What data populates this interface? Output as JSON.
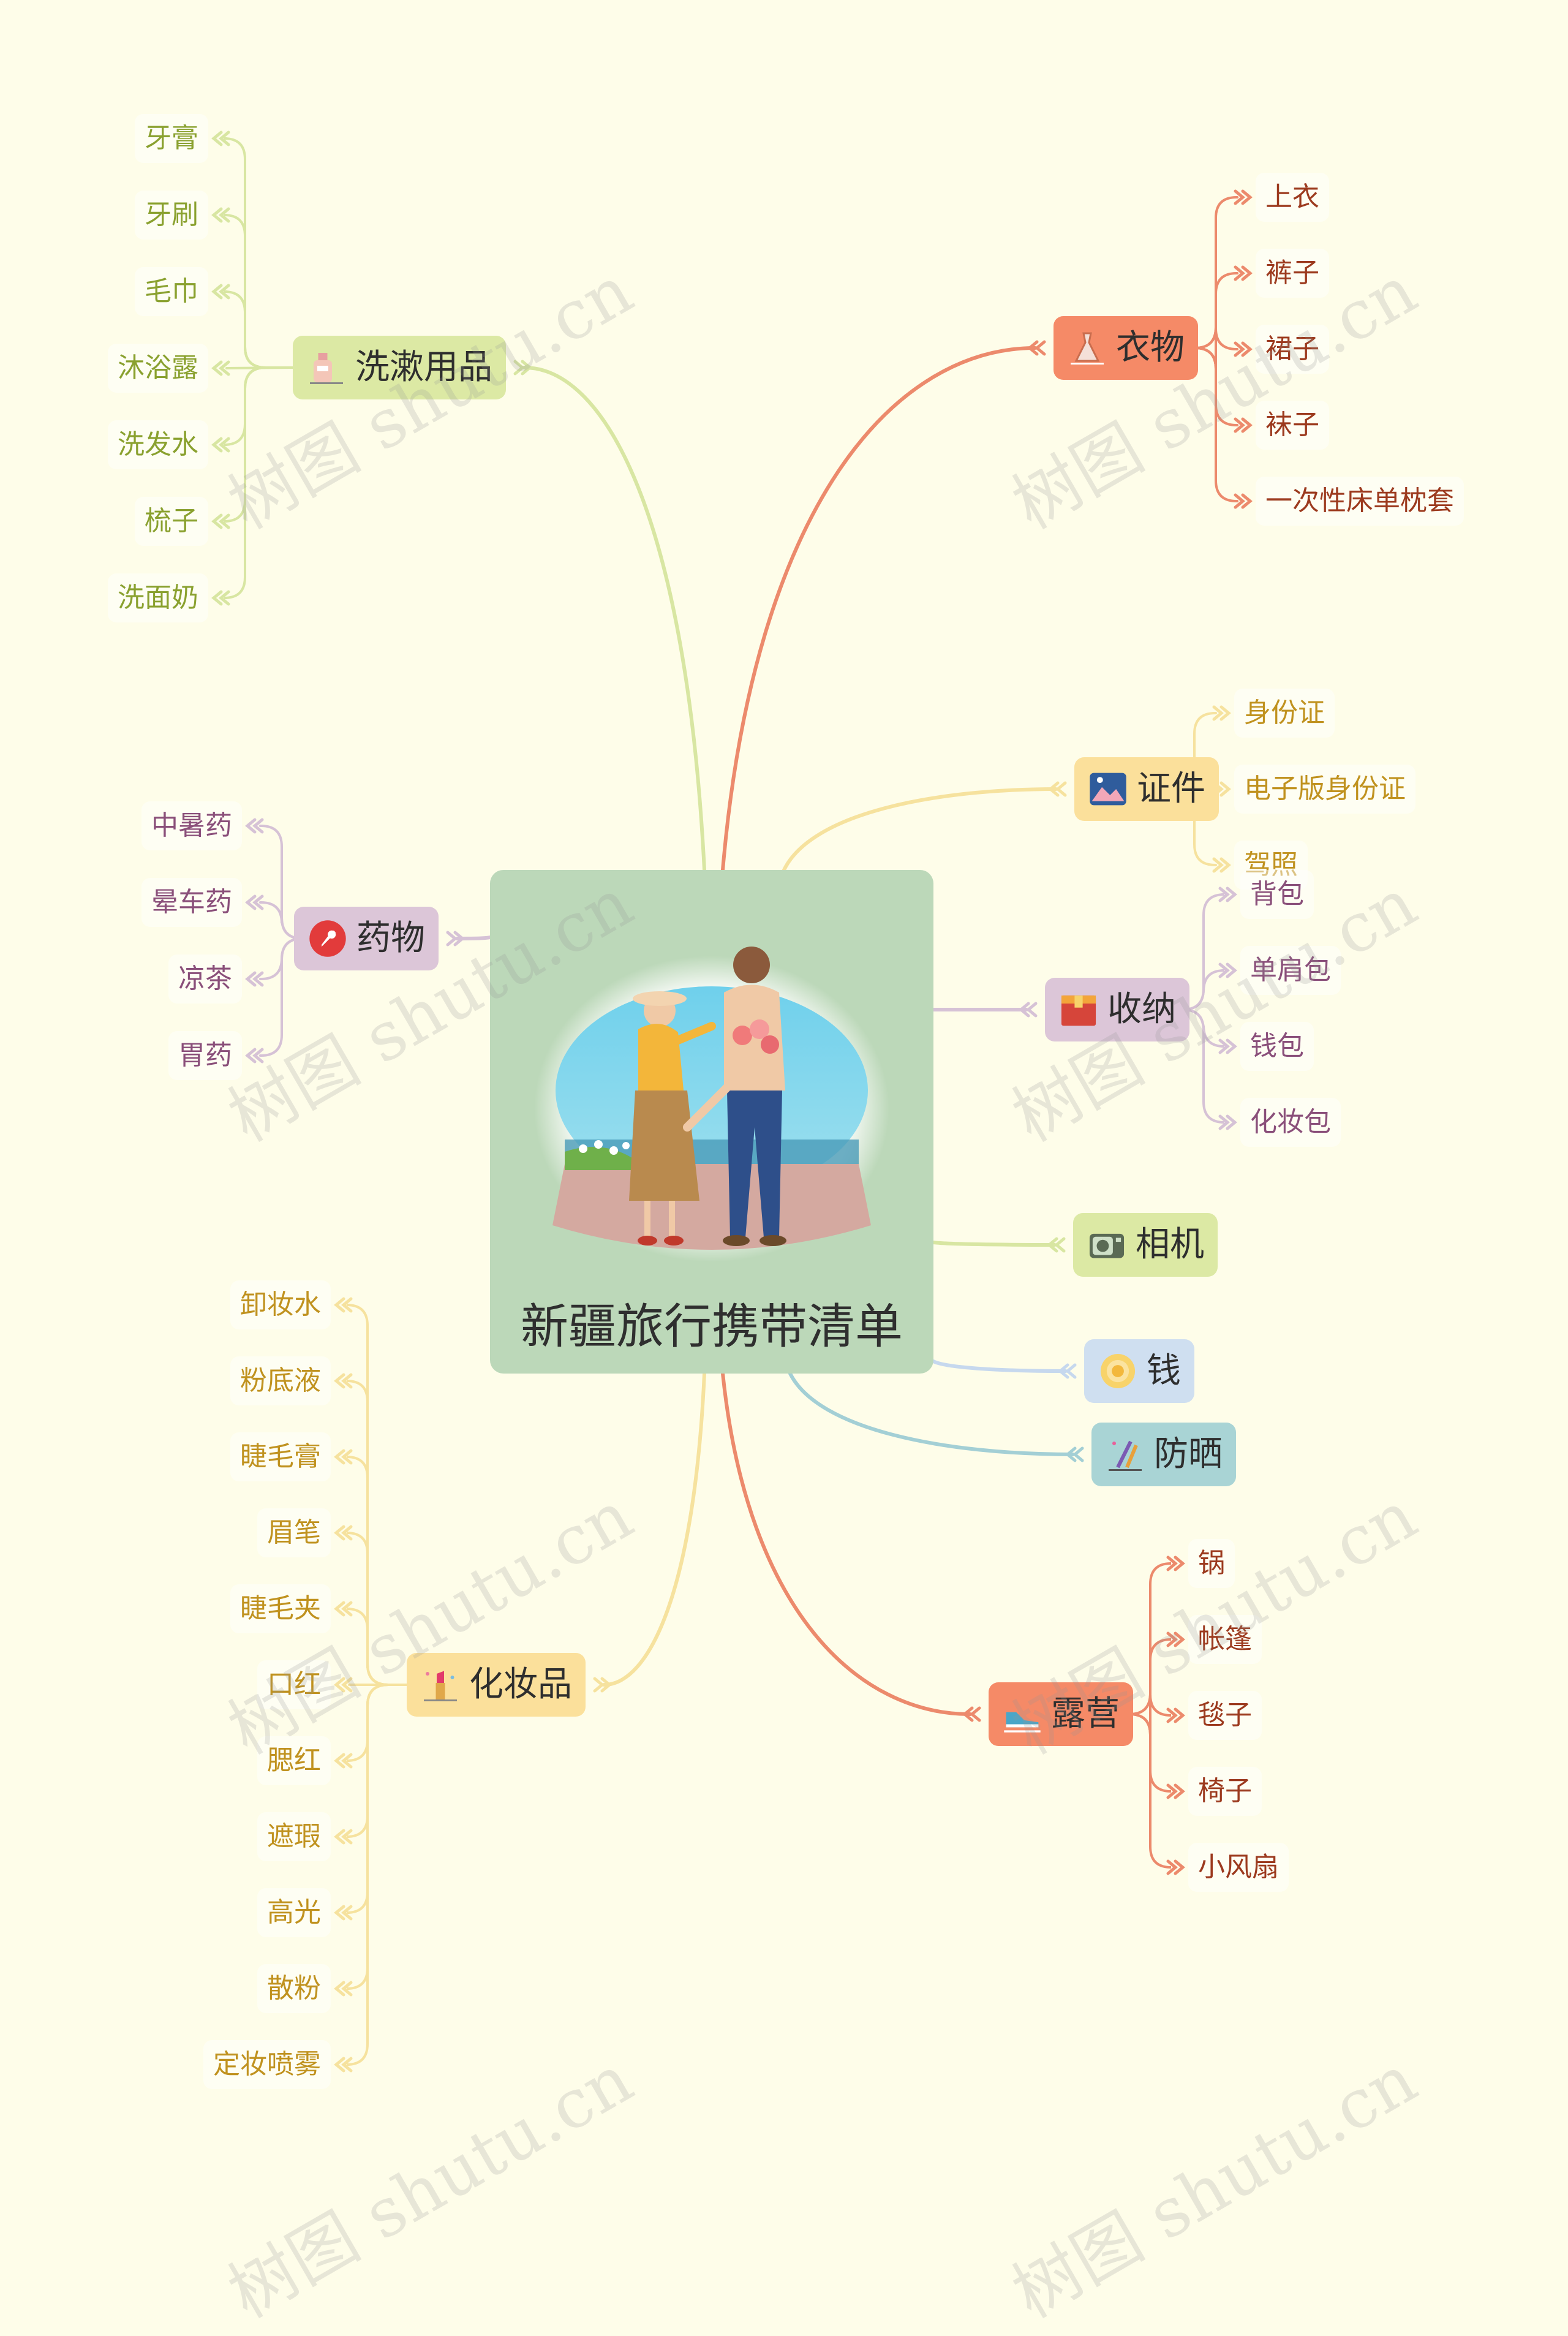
{
  "center": {
    "title": "新疆旅行携带清单"
  },
  "watermark": "树图 shutu.cn",
  "branches": [
    {
      "id": "xishu",
      "label": "洗漱用品",
      "icon": "toiletries-icon",
      "color": "#dce9a4",
      "line": "#d8e6a2",
      "text_color": "#8aa12f",
      "items": [
        "牙膏",
        "牙刷",
        "毛巾",
        "沐浴露",
        "洗发水",
        "梳子",
        "洗面奶"
      ]
    },
    {
      "id": "yaowu",
      "label": "药物",
      "icon": "pin-icon",
      "color": "#dcc6d8",
      "line": "#d6c2d6",
      "text_color": "#8a4f7a",
      "items": [
        "中暑药",
        "晕车药",
        "凉茶",
        "胃药"
      ]
    },
    {
      "id": "huazhuang",
      "label": "化妆品",
      "icon": "lipstick-icon",
      "color": "#fbe09b",
      "line": "#f6e29e",
      "text_color": "#c0921f",
      "items": [
        "卸妆水",
        "粉底液",
        "睫毛膏",
        "眉笔",
        "睫毛夹",
        "口红",
        "腮红",
        "遮瑕",
        "高光",
        "散粉",
        "定妆喷雾"
      ]
    },
    {
      "id": "yiwu",
      "label": "衣物",
      "icon": "dress-icon",
      "color": "#f58a67",
      "line": "#ec8a6c",
      "text_color": "#9c3a1e",
      "items": [
        "上衣",
        "裤子",
        "裙子",
        "袜子",
        "一次性床单枕套"
      ]
    },
    {
      "id": "zhengjian",
      "label": "证件",
      "icon": "picture-icon",
      "color": "#fbe09b",
      "line": "#f6e29e",
      "text_color": "#c0921f",
      "items": [
        "身份证",
        "电子版身份证",
        "驾照"
      ]
    },
    {
      "id": "shouna",
      "label": "收纳",
      "icon": "box-icon",
      "color": "#dcc6d8",
      "line": "#d6c2d6",
      "text_color": "#8a4f7a",
      "items": [
        "背包",
        "单肩包",
        "钱包",
        "化妆包"
      ]
    },
    {
      "id": "xiangji",
      "label": "相机",
      "icon": "camera-icon",
      "color": "#dce9a4",
      "line": "#d8e6a2",
      "text_color": "#8aa12f",
      "items": []
    },
    {
      "id": "qian",
      "label": "钱",
      "icon": "coin-icon",
      "color": "#cfdff0",
      "line": "#c6d8ee",
      "text_color": "#4a6fa5",
      "items": []
    },
    {
      "id": "fangshai",
      "label": "防晒",
      "icon": "brush-icon",
      "color": "#a9d4d5",
      "line": "#a3cfd5",
      "text_color": "#2f7a80",
      "items": []
    },
    {
      "id": "luying",
      "label": "露营",
      "icon": "shoe-icon",
      "color": "#f58a67",
      "line": "#ec8a6c",
      "text_color": "#9c3a1e",
      "items": [
        "锅",
        "帐篷",
        "毯子",
        "椅子",
        "小风扇"
      ]
    }
  ]
}
